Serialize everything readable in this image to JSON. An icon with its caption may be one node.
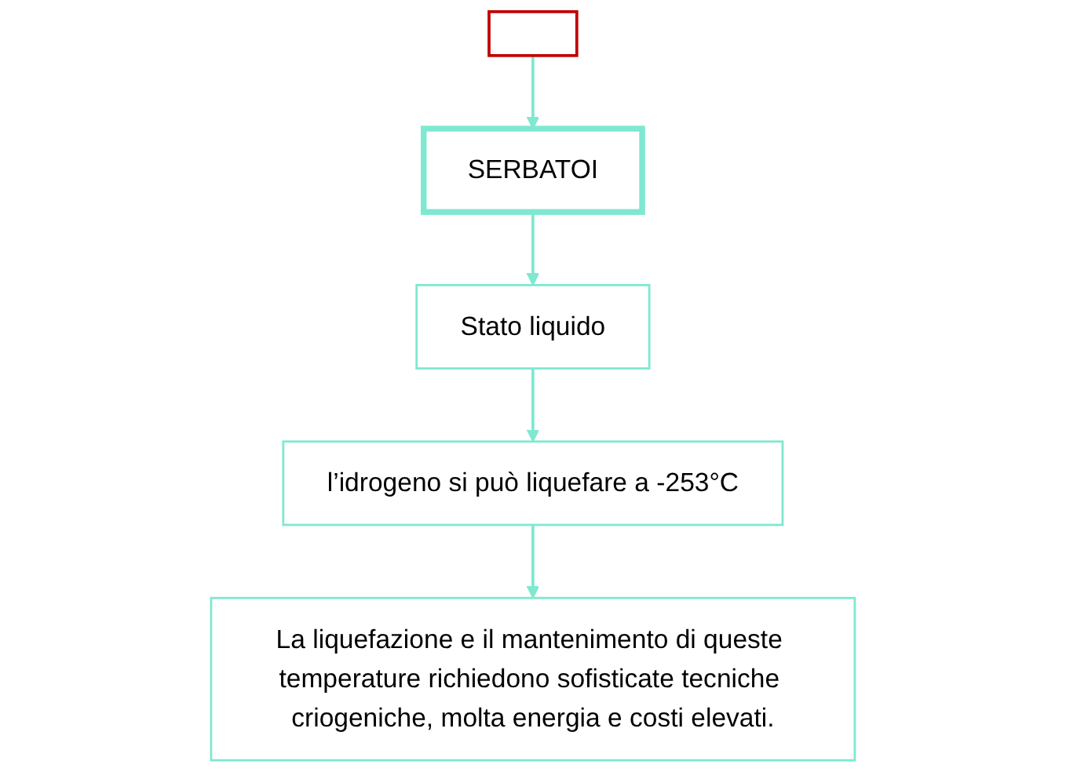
{
  "diagram": {
    "nodes": [
      {
        "text": [],
        "shape": "box"
      },
      {
        "text": [
          "SERBATOI"
        ]
      },
      {
        "text": [
          "Stato liquido"
        ]
      },
      {
        "text": [
          "l’idrogeno si può liquefare a -253°C"
        ]
      },
      {
        "text": [
          "La liquefazione e il mantenimento di queste temperature richiedono sofisticate tecniche criogeniche, molta energia e costi elevati."
        ]
      }
    ],
    "edges": [
      {
        "from": 0,
        "to": 1,
        "arrow": "to"
      },
      {
        "from": 1,
        "to": 2,
        "arrow": "to"
      },
      {
        "from": 2,
        "to": 3,
        "arrow": "to"
      },
      {
        "from": 3,
        "to": 4,
        "arrow": "to"
      }
    ]
  }
}
